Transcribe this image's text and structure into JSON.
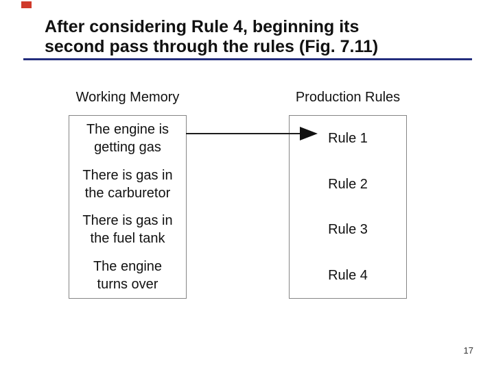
{
  "slide": {
    "title": {
      "line1": "After considering Rule 4, beginning its",
      "line2": "second pass through the rules (Fig. 7.11)"
    },
    "page_number": "17",
    "colors": {
      "underline": "#232d7d",
      "accent": "#d03a2b",
      "box_border": "#858585",
      "text": "#111111"
    }
  },
  "diagram": {
    "working_memory": {
      "header": "Working Memory",
      "items": [
        {
          "line1": "The engine is",
          "line2": "getting gas"
        },
        {
          "line1": "There is gas in",
          "line2": "the carburetor"
        },
        {
          "line1": "There is gas in",
          "line2": "the fuel tank"
        },
        {
          "line1": "The engine",
          "line2": "turns over"
        }
      ]
    },
    "production_rules": {
      "header": "Production Rules",
      "items": [
        {
          "label": "Rule 1"
        },
        {
          "label": "Rule 2"
        },
        {
          "label": "Rule 3"
        },
        {
          "label": "Rule 4"
        }
      ]
    },
    "arrow": {
      "from": "The engine is getting gas",
      "to": "Rule 1"
    }
  }
}
